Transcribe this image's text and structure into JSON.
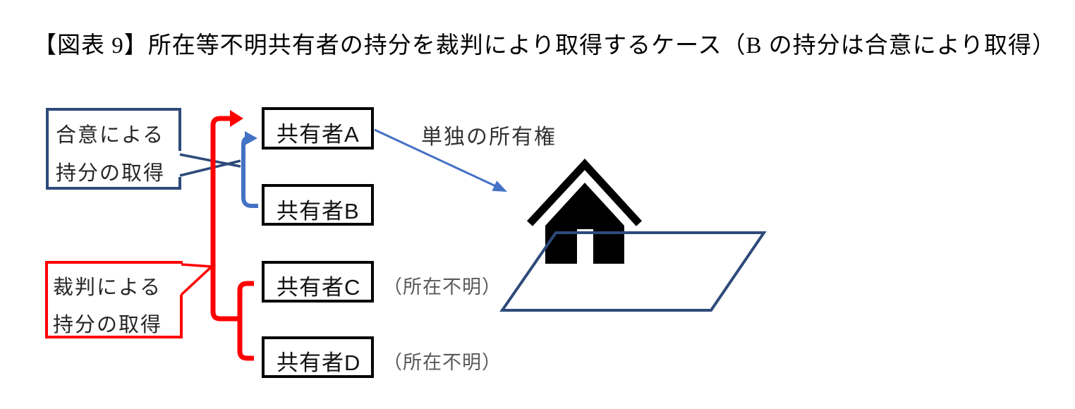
{
  "title": "【図表 9】所在等不明共有者の持分を裁判により取得するケース（B の持分は合意により取得）",
  "callouts": {
    "agreement": {
      "line1": "合意による",
      "line2": "持分の取得"
    },
    "court": {
      "line1": "裁判による",
      "line2": "持分の取得"
    }
  },
  "owners": [
    {
      "label": "共有者A",
      "note": ""
    },
    {
      "label": "共有者B",
      "note": ""
    },
    {
      "label": "共有者C",
      "note": "（所在不明）"
    },
    {
      "label": "共有者D",
      "note": "（所在不明）"
    }
  ],
  "labels": {
    "sole_ownership": "単独の所有権"
  },
  "icons": {
    "house": "house-icon",
    "land": "land-parallelogram"
  },
  "colors": {
    "red": "#FF0000",
    "blue": "#4472C4",
    "navy": "#2E4A7A",
    "note_gray": "#595959",
    "box_border": "#000000",
    "background": "#FFFFFF"
  }
}
